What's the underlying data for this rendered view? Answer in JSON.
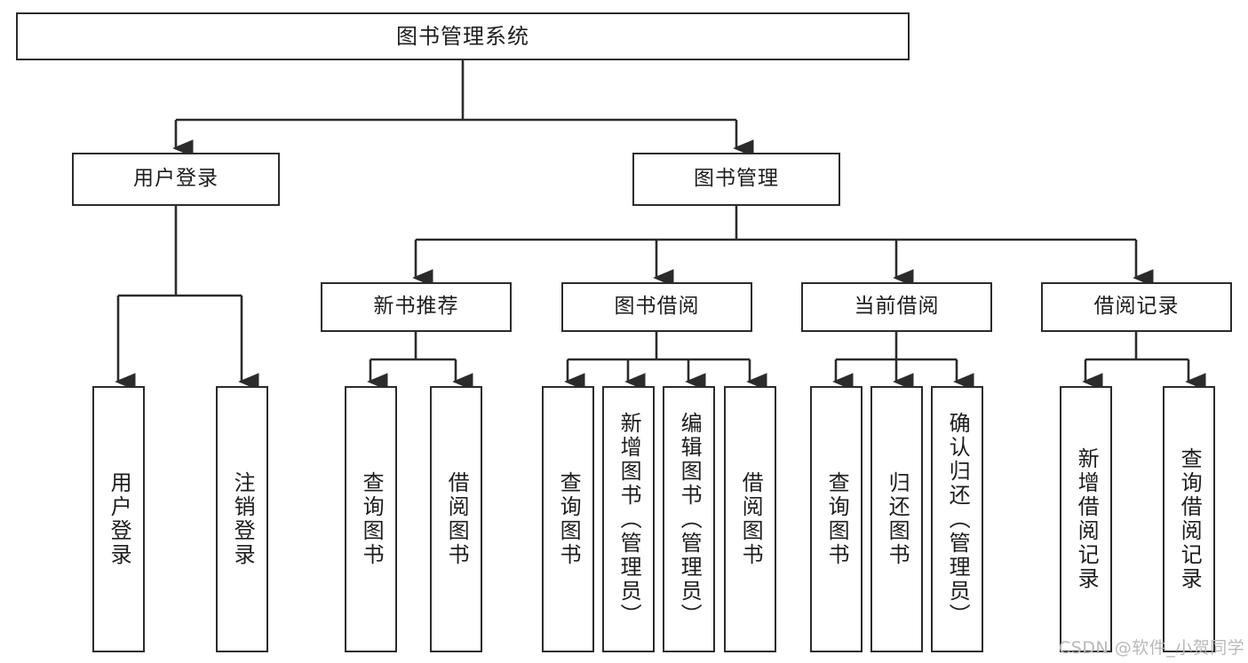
{
  "diagram": {
    "title": "图书管理系统",
    "type": "hierarchy-tree",
    "style": {
      "box_fill": "#ffffff",
      "box_stroke": "#2b2b2b",
      "line_color": "#2b2b2b",
      "text_color": "#1d1d1d",
      "background": "#ffffff",
      "watermark_color": "#b9b9b9"
    },
    "root": {
      "label": "图书管理系统"
    },
    "level2": [
      {
        "label": "用户登录"
      },
      {
        "label": "图书管理"
      }
    ],
    "level3": [
      {
        "label": "新书推荐"
      },
      {
        "label": "图书借阅"
      },
      {
        "label": "当前借阅"
      },
      {
        "label": "借阅记录"
      }
    ],
    "leaves": {
      "user_login": [
        {
          "label": "用户登录"
        },
        {
          "label": "注销登录"
        }
      ],
      "new_book_recommend": [
        {
          "label": "查询图书"
        },
        {
          "label": "借阅图书"
        }
      ],
      "book_borrow": [
        {
          "label": "查询图书"
        },
        {
          "label": "新增图书（管理员）"
        },
        {
          "label": "编辑图书（管理员）"
        },
        {
          "label": "借阅图书"
        }
      ],
      "current_borrow": [
        {
          "label": "查询图书"
        },
        {
          "label": "归还图书"
        },
        {
          "label": "确认归还（管理员）"
        }
      ],
      "borrow_record": [
        {
          "label": "新增借阅记录"
        },
        {
          "label": "查询借阅记录"
        }
      ]
    },
    "watermark": "CSDN @软件_小贺同学"
  }
}
